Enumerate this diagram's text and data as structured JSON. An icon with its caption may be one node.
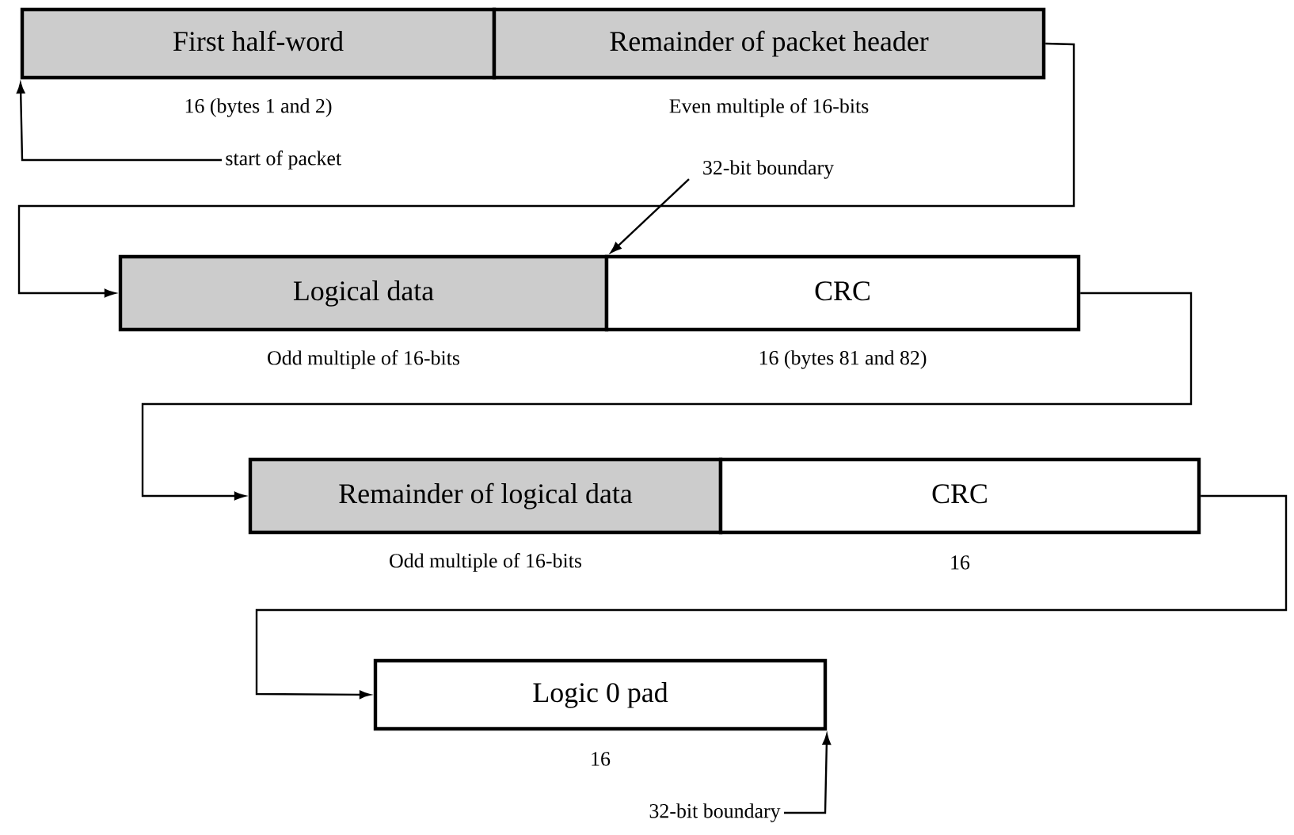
{
  "diagram": {
    "nodes": [
      {
        "text": [
          "First half-word"
        ],
        "beside": [
          "16 (bytes 1 and 2)"
        ]
      },
      {
        "text": [
          "Remainder of packet header"
        ],
        "beside": [
          "Even multiple of 16-bits"
        ]
      },
      {
        "text": [
          "Logical data"
        ],
        "beside": [
          "Odd multiple of 16-bits"
        ]
      },
      {
        "text": [
          "CRC"
        ],
        "beside": [
          "16 (bytes 81 and 82)"
        ]
      },
      {
        "text": [
          "Remainder of logical data"
        ],
        "beside": [
          "Odd multiple of 16-bits"
        ]
      },
      {
        "text": [
          "CRC"
        ],
        "beside": [
          "16"
        ]
      },
      {
        "text": [
          "Logic 0 pad"
        ],
        "beside": [
          "16"
        ]
      },
      {
        "text": [
          "start of packet"
        ]
      },
      {
        "text": [
          "32-bit boundary"
        ]
      },
      {
        "text": [
          "32-bit boundary"
        ]
      }
    ],
    "edges": [
      {
        "from": 1,
        "to": 2,
        "arrow": "to"
      },
      {
        "from": 3,
        "to": 4,
        "arrow": "to"
      },
      {
        "from": 5,
        "to": 6,
        "arrow": "to"
      },
      {
        "from": 7,
        "to": 0,
        "arrow": "to"
      },
      {
        "from": 8,
        "to": 2,
        "arrow": "to"
      },
      {
        "from": 9,
        "to": 6,
        "arrow": "to"
      }
    ]
  }
}
